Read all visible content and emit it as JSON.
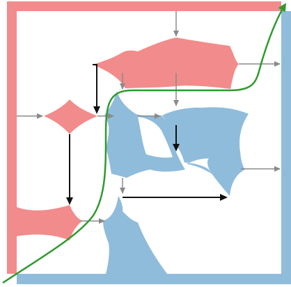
{
  "diagram": {
    "colors": {
      "red": "#f28b8b",
      "blue": "#90bcdb",
      "grey_arrow": "#8a8a8a",
      "black_arrow": "#111111",
      "green_curve": "#2e9a2e",
      "background": "#ffffff"
    },
    "description_labels": [],
    "regions": [
      {
        "id": "left-border",
        "color": "red"
      },
      {
        "id": "top-border",
        "color": "red"
      },
      {
        "id": "right-border",
        "color": "blue"
      },
      {
        "id": "bottom-border",
        "color": "blue"
      },
      {
        "id": "top-red-blob",
        "color": "red"
      },
      {
        "id": "left-red-diamond",
        "color": "red"
      },
      {
        "id": "bottom-left-red-blob",
        "color": "red"
      },
      {
        "id": "center-blue-blob",
        "color": "blue"
      },
      {
        "id": "right-blue-blob",
        "color": "blue"
      },
      {
        "id": "bottom-blue-blob",
        "color": "blue"
      }
    ],
    "arrows": {
      "grey_count": 10,
      "black_count": 4
    },
    "curve": {
      "color": "green",
      "arrowhead": "top-right"
    }
  }
}
